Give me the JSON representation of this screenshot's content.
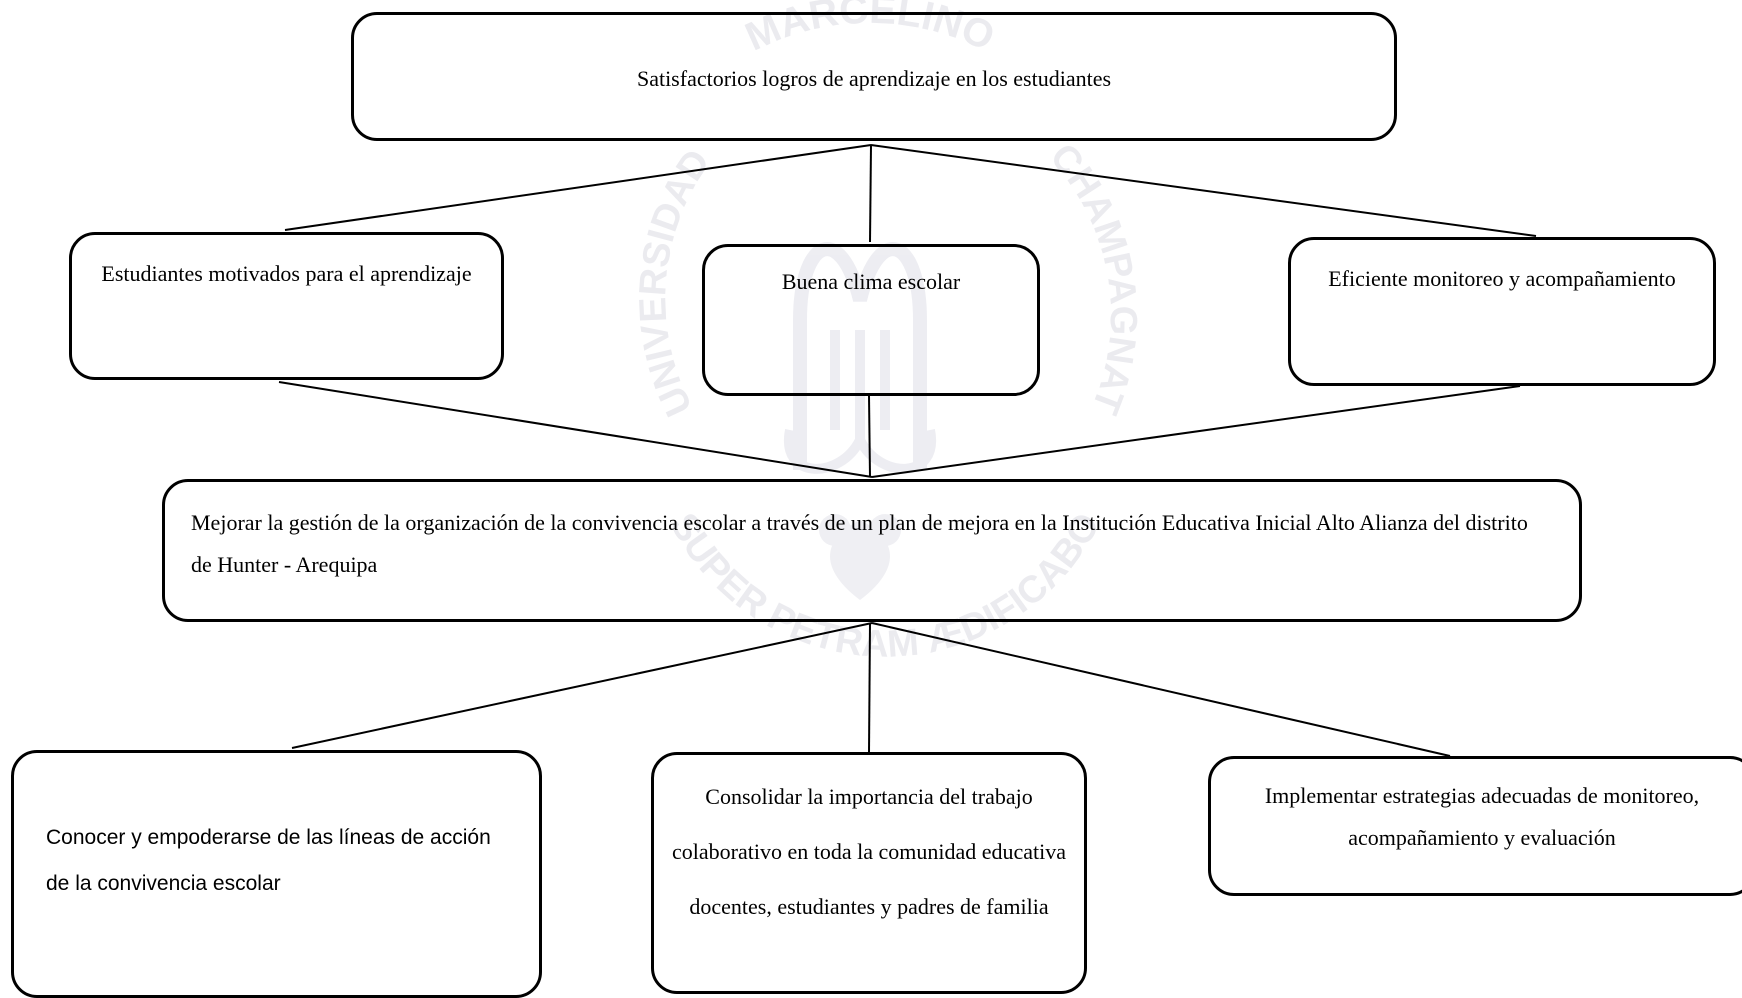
{
  "diagram": {
    "goal": "Satisfactorios logros de aprendizaje en los estudiantes",
    "results": [
      {
        "text": "Estudiantes motivados para el aprendizaje"
      },
      {
        "text": "Buena clima escolar"
      },
      {
        "text": "Eficiente monitoreo y acompañamiento"
      }
    ],
    "objective": "Mejorar la gestión de la organización de la convivencia escolar a través de un plan de mejora en la Institución Educativa Inicial Alto Alianza del distrito de Hunter - Arequipa",
    "actions": [
      {
        "text": "Conocer y empoderarse de las líneas de acción de la convivencia escolar"
      },
      {
        "text": "Consolidar la importancia del trabajo colaborativo en toda la comunidad educativa docentes, estudiantes y padres de familia"
      },
      {
        "text": "Implementar estrategias adecuadas de monitoreo, acompañamiento y evaluación"
      }
    ]
  },
  "watermark": {
    "top_text": "MARCELINO",
    "left_text": "UNIVERSIDAD",
    "right_text": "CHAMPAGNAT",
    "bottom_text": "SUPER PETRAM ÆDIFICABO",
    "color": "#e6e6ec"
  },
  "colors": {
    "line": "#000000",
    "text": "#000000",
    "background": "#ffffff"
  }
}
